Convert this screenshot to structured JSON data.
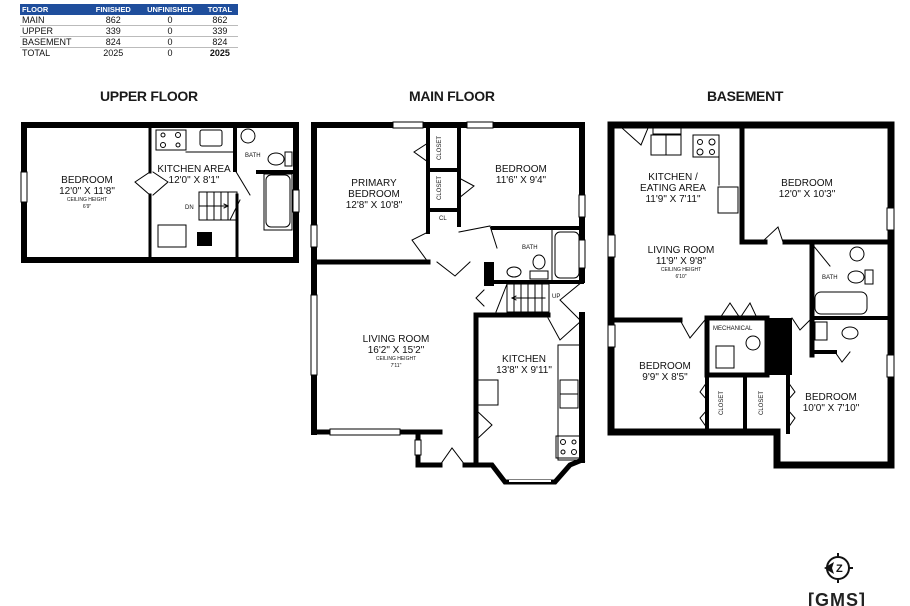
{
  "summary_table": {
    "headers": [
      "FLOOR",
      "FINISHED",
      "UNFINISHED",
      "TOTAL"
    ],
    "header_color": "#1f4e9c",
    "rows": [
      {
        "floor": "MAIN",
        "finished": "862",
        "unfinished": "0",
        "total": "862"
      },
      {
        "floor": "UPPER",
        "finished": "339",
        "unfinished": "0",
        "total": "339"
      },
      {
        "floor": "BASEMENT",
        "finished": "824",
        "unfinished": "0",
        "total": "824"
      },
      {
        "floor": "TOTAL",
        "finished": "2025",
        "unfinished": "0",
        "total": "2025"
      }
    ]
  },
  "floors": {
    "upper": {
      "title": "UPPER FLOOR",
      "rooms": {
        "bedroom": {
          "name": "BEDROOM",
          "dim": "12'0\" X 11'8\"",
          "ceiling_label": "CEILING HEIGHT",
          "ceiling": "6'9\""
        },
        "kitchen": {
          "name": "KITCHEN AREA",
          "dim": "12'0\" X 8'1\""
        },
        "bath": {
          "name": "BATH"
        }
      },
      "stairs_label": "DN"
    },
    "main": {
      "title": "MAIN FLOOR",
      "rooms": {
        "primary": {
          "name1": "PRIMARY",
          "name2": "BEDROOM",
          "dim": "12'8\" X 10'8\""
        },
        "bedroom": {
          "name": "BEDROOM",
          "dim": "11'6\" X 9'4\""
        },
        "closet1": {
          "name": "CLOSET"
        },
        "closet2": {
          "name": "CLOSET"
        },
        "cl": {
          "name": "CL"
        },
        "bath": {
          "name": "BATH"
        },
        "living": {
          "name": "LIVING ROOM",
          "dim": "16'2\" X 15'2\"",
          "ceiling_label": "CEILING HEIGHT",
          "ceiling": "7'11\""
        },
        "kitchen": {
          "name": "KITCHEN",
          "dim": "13'8\" X 9'11\""
        }
      },
      "stairs_label": "UP"
    },
    "basement": {
      "title": "BASEMENT",
      "rooms": {
        "kitchen": {
          "name1": "KITCHEN /",
          "name2": "EATING AREA",
          "dim": "11'9\" X 7'11\""
        },
        "bedroom1": {
          "name": "BEDROOM",
          "dim": "12'0\" X 10'3\""
        },
        "living": {
          "name": "LIVING ROOM",
          "dim": "11'9\" X 9'8\"",
          "ceiling_label": "CEILING HEIGHT",
          "ceiling": "6'10\""
        },
        "bath": {
          "name": "BATH"
        },
        "mechanical": {
          "name": "MECHANICAL"
        },
        "bedroom2": {
          "name": "BEDROOM",
          "dim": "9'9\" X 8'5\""
        },
        "closet1": {
          "name": "CLOSET"
        },
        "closet2": {
          "name": "CLOSET"
        },
        "bedroom3": {
          "name": "BEDROOM",
          "dim": "10'0\" X 7'10\""
        }
      }
    }
  },
  "branding": {
    "logo": "[GMS]",
    "compass_letter": "Z"
  }
}
